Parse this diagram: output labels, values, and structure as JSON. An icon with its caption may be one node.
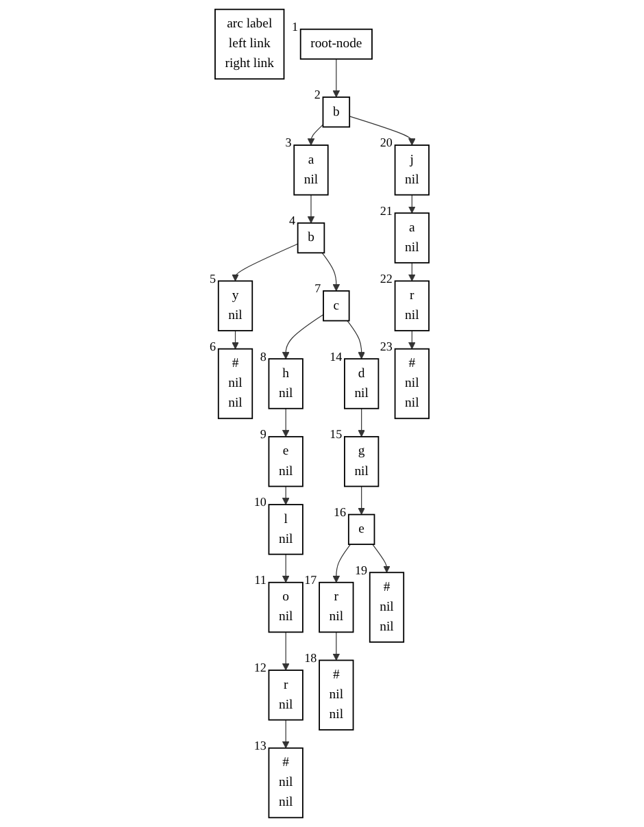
{
  "diagram": {
    "nodes": [
      {
        "text": [
          "arc label",
          "left link",
          "right link"
        ]
      },
      {
        "text": [
          "root-node"
        ],
        "beside": [
          "1"
        ]
      },
      {
        "text": [
          "b"
        ],
        "beside": [
          "2"
        ]
      },
      {
        "text": [
          "a",
          "nil"
        ],
        "beside": [
          "3"
        ]
      },
      {
        "text": [
          "b"
        ],
        "beside": [
          "4"
        ]
      },
      {
        "text": [
          "y",
          "nil"
        ],
        "beside": [
          "5"
        ]
      },
      {
        "text": [
          "#",
          "nil",
          "nil"
        ],
        "beside": [
          "6"
        ]
      },
      {
        "text": [
          "c"
        ],
        "beside": [
          "7"
        ]
      },
      {
        "text": [
          "h",
          "nil"
        ],
        "beside": [
          "8"
        ]
      },
      {
        "text": [
          "e",
          "nil"
        ],
        "beside": [
          "9"
        ]
      },
      {
        "text": [
          "l",
          "nil"
        ],
        "beside": [
          "10"
        ]
      },
      {
        "text": [
          "o",
          "nil"
        ],
        "beside": [
          "11"
        ]
      },
      {
        "text": [
          "r",
          "nil"
        ],
        "beside": [
          "12"
        ]
      },
      {
        "text": [
          "#",
          "nil",
          "nil"
        ],
        "beside": [
          "13"
        ]
      },
      {
        "text": [
          "d",
          "nil"
        ],
        "beside": [
          "14"
        ]
      },
      {
        "text": [
          "g",
          "nil"
        ],
        "beside": [
          "15"
        ]
      },
      {
        "text": [
          "e"
        ],
        "beside": [
          "16"
        ]
      },
      {
        "text": [
          "r",
          "nil"
        ],
        "beside": [
          "17"
        ]
      },
      {
        "text": [
          "#",
          "nil",
          "nil"
        ],
        "beside": [
          "18"
        ]
      },
      {
        "text": [
          "#",
          "nil",
          "nil"
        ],
        "beside": [
          "19"
        ]
      },
      {
        "text": [
          "j",
          "nil"
        ],
        "beside": [
          "20"
        ]
      },
      {
        "text": [
          "a",
          "nil"
        ],
        "beside": [
          "21"
        ]
      },
      {
        "text": [
          "r",
          "nil"
        ],
        "beside": [
          "22"
        ]
      },
      {
        "text": [
          "#",
          "nil",
          "nil"
        ],
        "beside": [
          "23"
        ]
      }
    ],
    "edges": [
      {
        "from": 1,
        "to": 2,
        "arrow": "to"
      },
      {
        "from": 2,
        "to": 3,
        "arrow": "to"
      },
      {
        "from": 2,
        "to": 20,
        "arrow": "to"
      },
      {
        "from": 3,
        "to": 4,
        "arrow": "to"
      },
      {
        "from": 4,
        "to": 5,
        "arrow": "to"
      },
      {
        "from": 4,
        "to": 7,
        "arrow": "to"
      },
      {
        "from": 5,
        "to": 6,
        "arrow": "to"
      },
      {
        "from": 7,
        "to": 8,
        "arrow": "to"
      },
      {
        "from": 7,
        "to": 14,
        "arrow": "to"
      },
      {
        "from": 8,
        "to": 9,
        "arrow": "to"
      },
      {
        "from": 9,
        "to": 10,
        "arrow": "to"
      },
      {
        "from": 10,
        "to": 11,
        "arrow": "to"
      },
      {
        "from": 11,
        "to": 12,
        "arrow": "to"
      },
      {
        "from": 12,
        "to": 13,
        "arrow": "to"
      },
      {
        "from": 14,
        "to": 15,
        "arrow": "to"
      },
      {
        "from": 15,
        "to": 16,
        "arrow": "to"
      },
      {
        "from": 16,
        "to": 17,
        "arrow": "to"
      },
      {
        "from": 16,
        "to": 19,
        "arrow": "to"
      },
      {
        "from": 17,
        "to": 18,
        "arrow": "to"
      },
      {
        "from": 20,
        "to": 21,
        "arrow": "to"
      },
      {
        "from": 21,
        "to": 22,
        "arrow": "to"
      },
      {
        "from": 22,
        "to": 23,
        "arrow": "to"
      }
    ]
  }
}
